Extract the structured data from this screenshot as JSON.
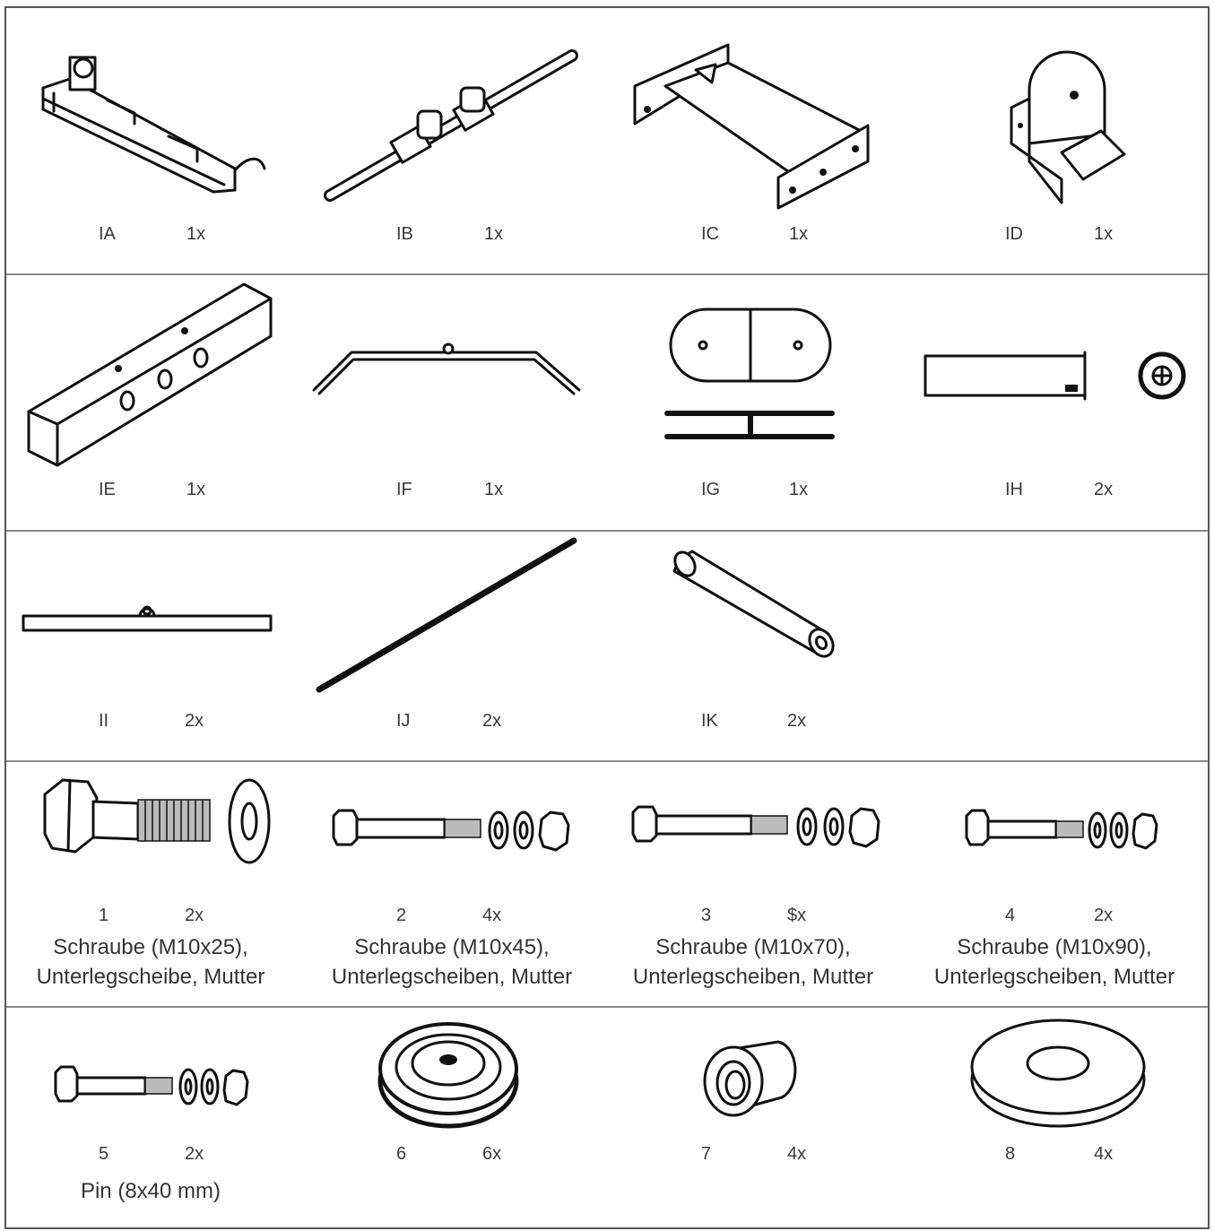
{
  "parts": {
    "IA": {
      "id": "IA",
      "qty": "1x"
    },
    "IB": {
      "id": "IB",
      "qty": "1x"
    },
    "IC": {
      "id": "IC",
      "qty": "1x"
    },
    "ID": {
      "id": "ID",
      "qty": "1x"
    },
    "IE": {
      "id": "IE",
      "qty": "1x"
    },
    "IF": {
      "id": "IF",
      "qty": "1x"
    },
    "IG": {
      "id": "IG",
      "qty": "1x"
    },
    "IH": {
      "id": "IH",
      "qty": "2x"
    },
    "II": {
      "id": "II",
      "qty": "2x"
    },
    "IJ": {
      "id": "IJ",
      "qty": "2x"
    },
    "IK": {
      "id": "IK",
      "qty": "2x"
    }
  },
  "hardware": {
    "h1": {
      "id": "1",
      "qty": "2x",
      "line1": "Schraube (M10x25),",
      "line2": "Unterlegscheibe, Mutter"
    },
    "h2": {
      "id": "2",
      "qty": "4x",
      "line1": "Schraube (M10x45),",
      "line2": "Unterlegscheiben, Mutter"
    },
    "h3": {
      "id": "3",
      "qty": "$x",
      "line1": "Schraube (M10x70),",
      "line2": "Unterlegscheiben, Mutter"
    },
    "h4": {
      "id": "4",
      "qty": "2x",
      "line1": "Schraube (M10x90),",
      "line2": "Unterlegscheiben, Mutter"
    },
    "h5": {
      "id": "5",
      "qty": "2x",
      "line1": "Pin (8x40 mm)"
    },
    "h6": {
      "id": "6",
      "qty": "6x"
    },
    "h7": {
      "id": "7",
      "qty": "4x"
    },
    "h8": {
      "id": "8",
      "qty": "4x"
    }
  }
}
